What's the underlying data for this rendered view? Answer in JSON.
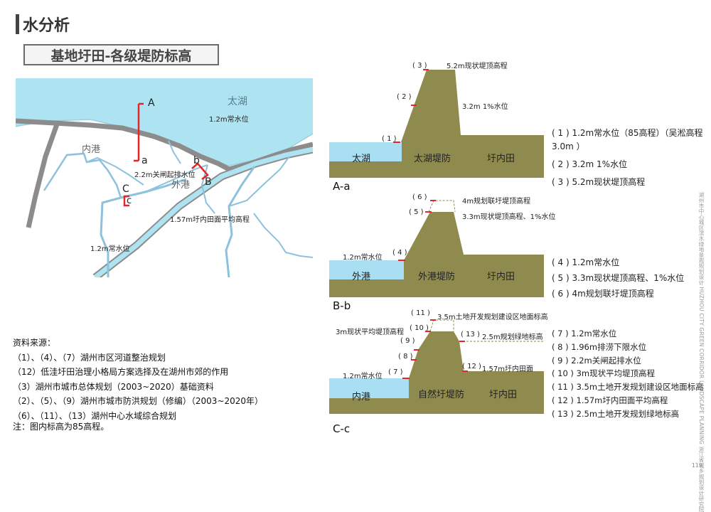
{
  "header": {
    "title": "水分析",
    "subtitle": "基地圩田-各级堤防标高"
  },
  "map": {
    "labels": {
      "taihu": "太湖",
      "taihu_level": "1.2m常水位",
      "neigang": "内港",
      "waigang": "外港",
      "sluice": "2.2m关闸起排水位",
      "field": "1.57m圩内田面平均高程",
      "inner_level": "1.2m常水位"
    },
    "sections": {
      "A": "A",
      "a": "a",
      "B": "B",
      "b": "b",
      "C": "C",
      "c": "c"
    },
    "colors": {
      "water": "#aee4f2",
      "river_edge": "#8cc2dc",
      "road": "#8c8c8c",
      "section": "#e2262a"
    }
  },
  "diagram_a": {
    "caption": "A-a",
    "water": "太湖",
    "dike": "太湖堤防",
    "field": "圩内田",
    "markers": {
      "m1": "( 1 )",
      "m2": "( 2 )",
      "m3": "( 3 )"
    },
    "notes": {
      "n3": "5.2m现状堤顶高程",
      "n2": "3.2m 1%水位"
    },
    "legend": [
      "( 1 ) 1.2m常水位（85高程）（吴淞高程3.0m ）",
      "( 2 ) 3.2m 1%水位",
      "( 3 ) 5.2m现状堤顶高程"
    ]
  },
  "diagram_b": {
    "caption": "B-b",
    "water": "外港",
    "dike": "外港堤防",
    "field": "圩内田",
    "markers": {
      "m4": "( 4 )",
      "m5": "( 5 )",
      "m6": "( 6 )"
    },
    "notes": {
      "n6": "4m规划联圩堤顶高程",
      "n5": "3.3m现状堤顶高程、1%水位",
      "n4": "1.2m常水位"
    },
    "legend": [
      "( 4 ) 1.2m常水位",
      "( 5 ) 3.3m现状堤顶高程、1%水位",
      "( 6 ) 4m规划联圩堤顶高程"
    ]
  },
  "diagram_c": {
    "caption": "C-c",
    "water": "内港",
    "dike": "自然圩堤防",
    "field": "圩内田",
    "markers": {
      "m7": "( 7 )",
      "m8": "( 8 )",
      "m9": "( 9 )",
      "m10": "( 10 )",
      "m11": "( 11 )",
      "m12": "( 12 )",
      "m13": "( 13 )"
    },
    "notes": {
      "n11": "3.5m土地开发规划建设区地面标高",
      "n10": "3m现状平均堤顶高程",
      "n13": "2.5m规划绿地标高",
      "n12": "1.57m圩内田面",
      "n7": "1.2m常水位"
    },
    "legend": [
      "( 7 ) 1.2m常水位",
      "( 8 ) 1.96m排涝下限水位",
      "( 9 ) 2.2m关闸起排水位",
      "( 10 ) 3m现状平均堤顶高程",
      "( 11 ) 3.5m土地开发规划建设区地面标高",
      "( 12 ) 1.57m圩内田面平均高程",
      "( 13 ) 2.5m土地开发规划绿地标高"
    ]
  },
  "sources": {
    "heading": "资料来源：",
    "lines": [
      "（1）、（4）、（7）湖州市区河道整治规划",
      "（12）低洼圩田治理小格局方案选择及在湖州市郊的作用",
      "（3）湖州市城市总体规划（2003~2020）基础资料",
      "（2）、（5）、（9）湖州市城市防洪规划（修编）（2003~2020年）",
      "（6）、（11）、（13）湖州中心水域综合规划"
    ],
    "note": "注：图内标高为85高程。"
  },
  "side_text": "湖州市中心城区滨水绿地景观规划设计 HUZHOU CITY GREEN CORRIDOR LANDSCAPE PLANNING 浙江省城乡规划设计研究院",
  "page_number": "119",
  "palette": {
    "dike": "#8f8a4e",
    "water": "#a8dff2",
    "marker": "#e2262a"
  }
}
